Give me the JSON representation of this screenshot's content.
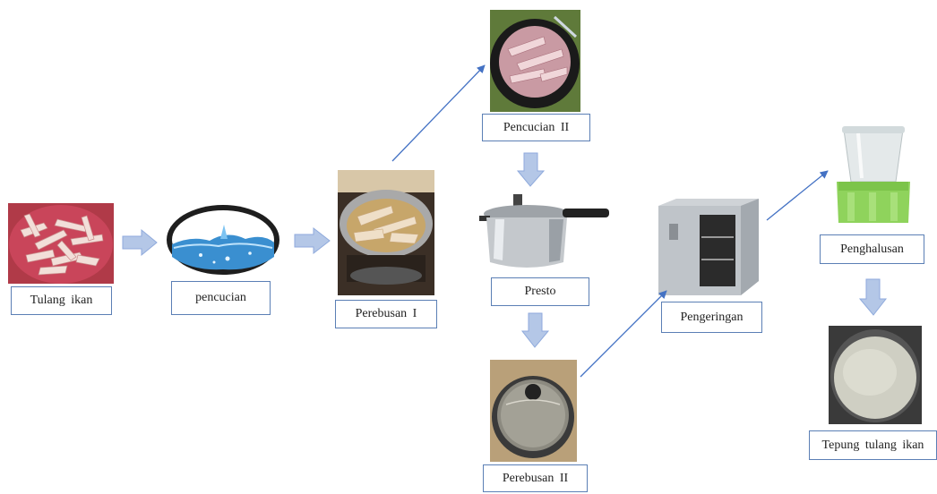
{
  "steps": {
    "tulang_ikan": "Tulang ikan",
    "pencucian": "pencucian",
    "perebusan_1": "Perebusan I",
    "pencucian_2": "Pencucian II",
    "presto": "Presto",
    "perebusan_2": "Perebusan II",
    "pengeringan": "Pengeringan",
    "penghalusan": "Penghalusan",
    "tepung": "Tepung tulang ikan"
  },
  "colors": {
    "box_border": "#5b7fb5",
    "block_arrow_fill": "#b4c7e7",
    "block_arrow_stroke": "#8faadc",
    "line_arrow": "#4472c4"
  }
}
